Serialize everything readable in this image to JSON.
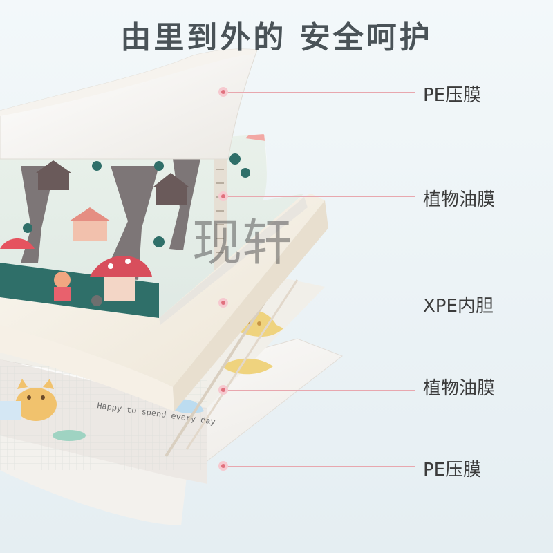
{
  "title": "由里到外的 安全呵护",
  "watermark": "现轩",
  "layers": [
    {
      "label": "PE压膜"
    },
    {
      "label": "植物油膜"
    },
    {
      "label": "XPE内胆"
    },
    {
      "label": "植物油膜"
    },
    {
      "label": "PE压膜"
    }
  ],
  "mat_text": "Happy to spend every day",
  "colors": {
    "accent_line": "#e8a7ae",
    "accent_dot": "#e0707d",
    "title_text": "#4a5358",
    "label_text": "#3b3b3b"
  },
  "icons": [
    "tree-icon",
    "treehouse-icon",
    "mushroom-house-icon",
    "fox-icon",
    "height-ruler-icon",
    "cat-icon",
    "giraffe-icon"
  ]
}
